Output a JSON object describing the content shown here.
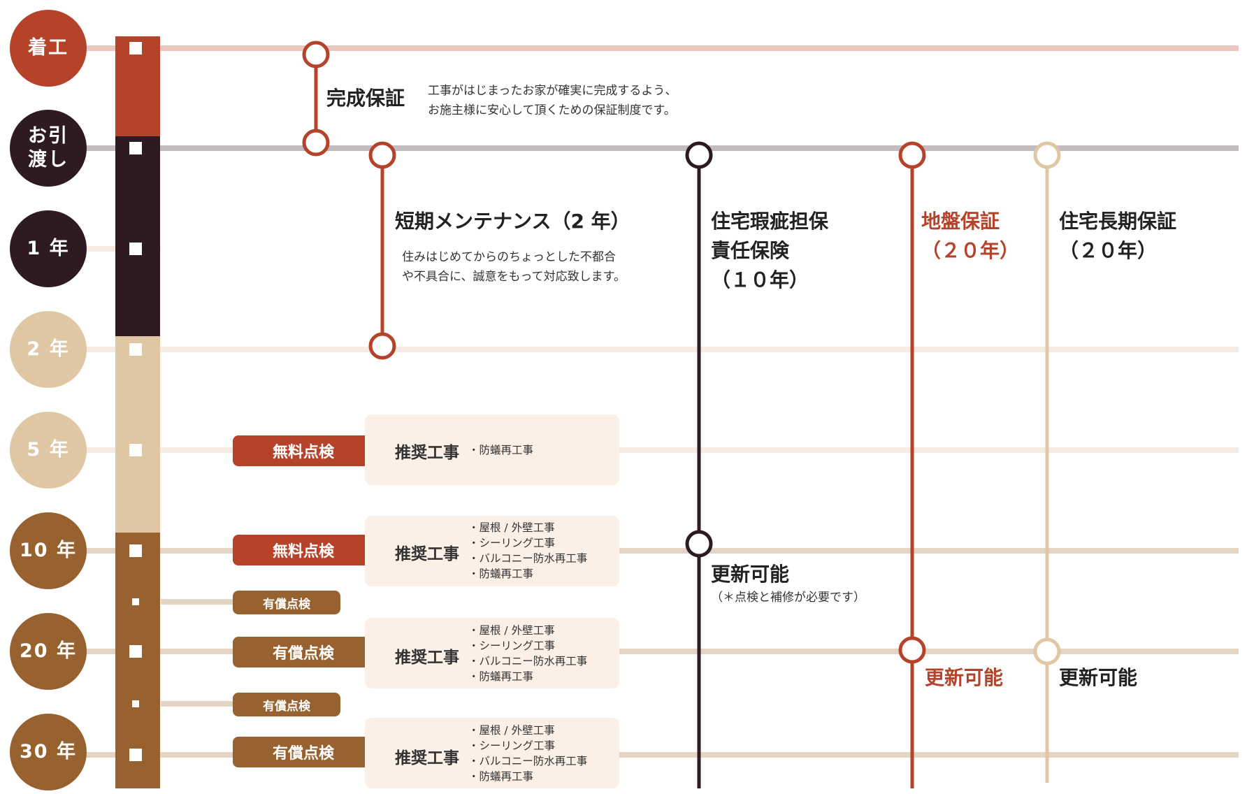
{
  "colors": {
    "red": "#b5432a",
    "dark": "#2d1a22",
    "beige": "#dfc7a4",
    "brown": "#976230",
    "pink_line": "#edc6be",
    "gray_line": "#c2bcc0",
    "light_line": "#f6ebe3",
    "tan_line": "#e3d4c4",
    "card_bg": "#fcf0e6"
  },
  "stages": [
    {
      "label": "着工",
      "color": "#b5432a"
    },
    {
      "label": "お引\n渡し",
      "color": "#2d1a22"
    },
    {
      "label": "1 年",
      "color": "#2d1a22"
    },
    {
      "label": "2 年",
      "color": "#dfc7a4"
    },
    {
      "label": "5 年",
      "color": "#dfc7a4"
    },
    {
      "label": "10 年",
      "color": "#976230"
    },
    {
      "label": "20 年",
      "color": "#976230"
    },
    {
      "label": "30 年",
      "color": "#976230"
    }
  ],
  "completion": {
    "title": "完成保証",
    "desc": "工事がはじまったお家が確実に完成するよう、\nお施主様に安心して頂くための保証制度です。"
  },
  "short_maintenance": {
    "title": "短期メンテナンス（2 年）",
    "desc": "住みはじめてからのちょっとした不都合\nや不具合に、誠意をもって対応致します。"
  },
  "defect_insurance": {
    "title": "住宅瑕疵担保\n責任保険\n（１０年）",
    "renew": "更新可能",
    "note": "（＊点検と補修が必要です）"
  },
  "ground_warranty": {
    "title": "地盤保証\n（２０年）",
    "renew": "更新可能"
  },
  "long_term_warranty": {
    "title": "住宅長期保証\n（２０年）",
    "renew": "更新可能"
  },
  "inspections": {
    "y5": "無料点検",
    "y10": "無料点検",
    "y15": "有償点検",
    "y20": "有償点検",
    "y25": "有償点検",
    "y30": "有償点検"
  },
  "works": {
    "label": "推奨工事",
    "y5": [
      "・防蟻再工事"
    ],
    "y10": [
      "・屋根 / 外壁工事",
      "・シーリング工事",
      "・バルコニー防水再工事",
      "・防蟻再工事"
    ],
    "y20": [
      "・屋根 / 外壁工事",
      "・シーリング工事",
      "・バルコニー防水再工事",
      "・防蟻再工事"
    ],
    "y30": [
      "・屋根 / 外壁工事",
      "・シーリング工事",
      "・バルコニー防水再工事",
      "・防蟻再工事"
    ]
  }
}
